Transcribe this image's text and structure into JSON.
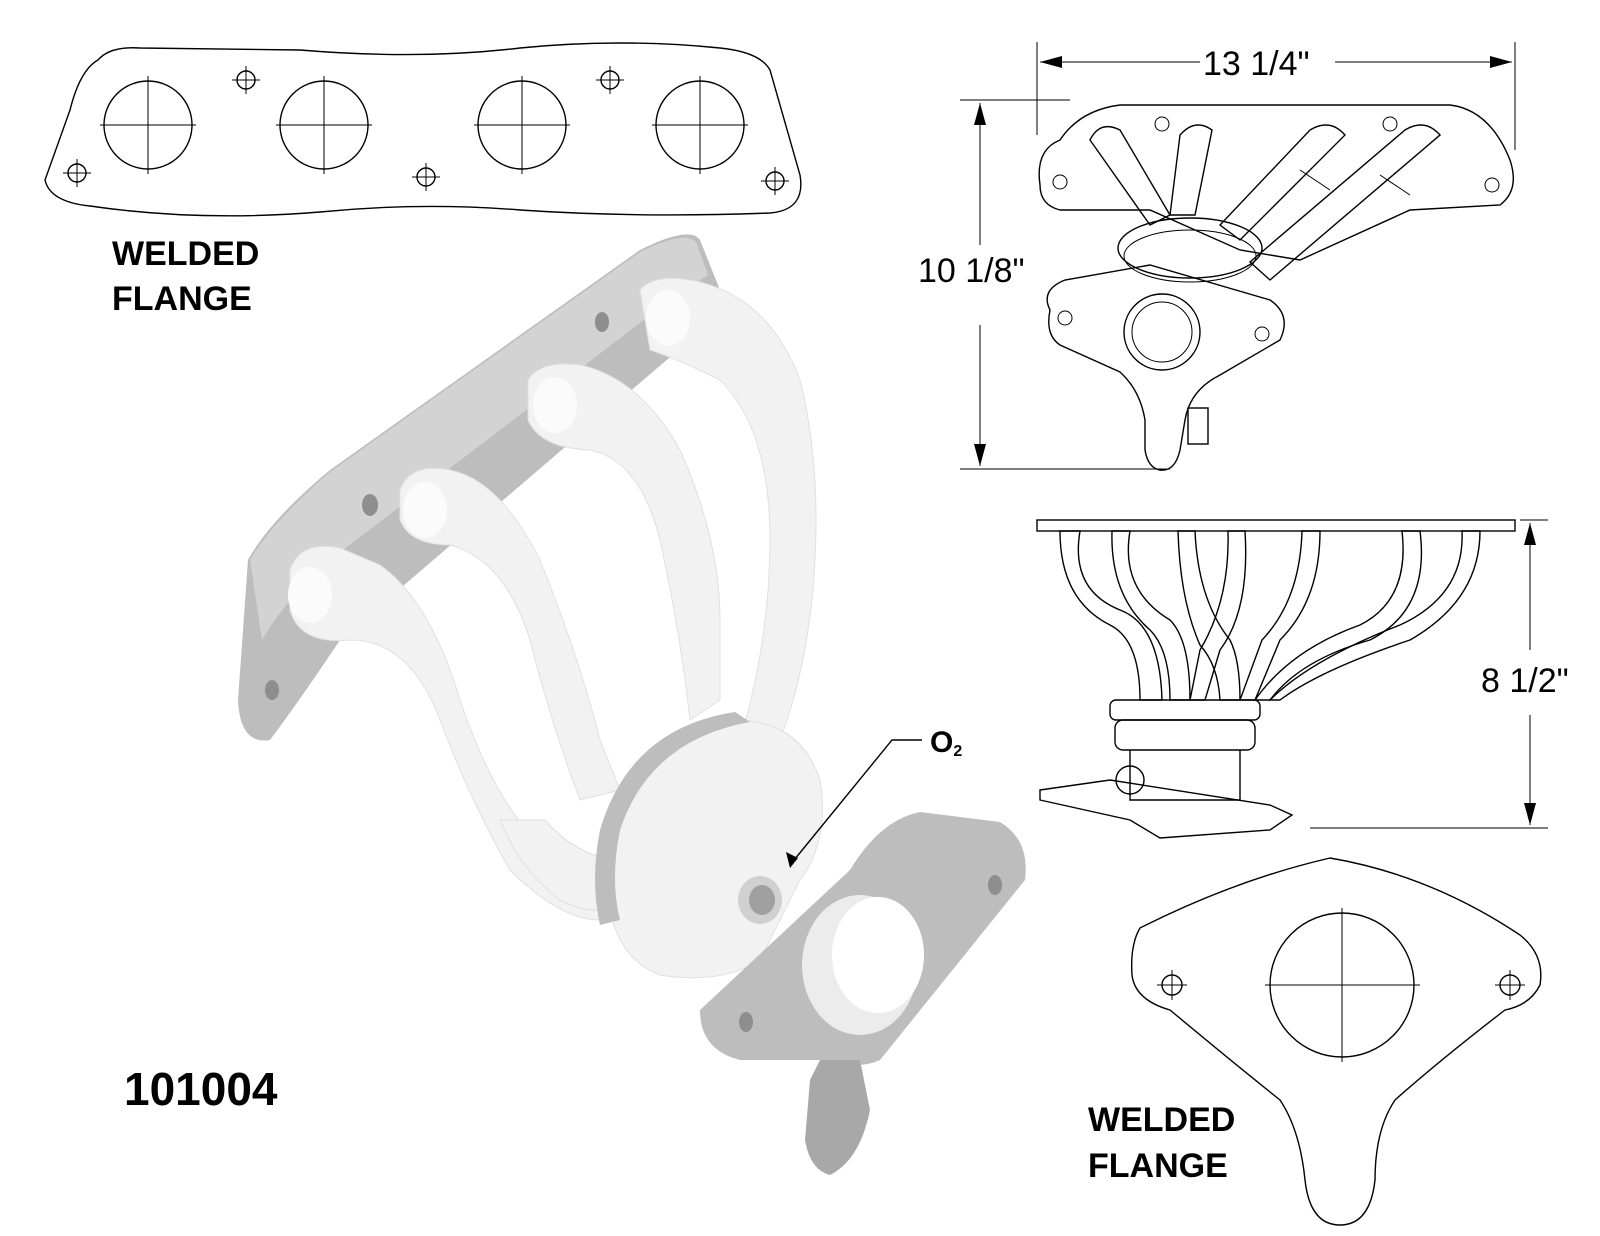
{
  "labels": {
    "top_flange_line1": "WELDED",
    "top_flange_line2": "FLANGE",
    "bottom_flange_line1": "WELDED",
    "bottom_flange_line2": "FLANGE",
    "part_number": "101004",
    "sensor_main": "O",
    "sensor_sub": "2"
  },
  "dimensions": {
    "width": "13 1/4\"",
    "height": "10 1/8\"",
    "depth": "8 1/2\""
  }
}
